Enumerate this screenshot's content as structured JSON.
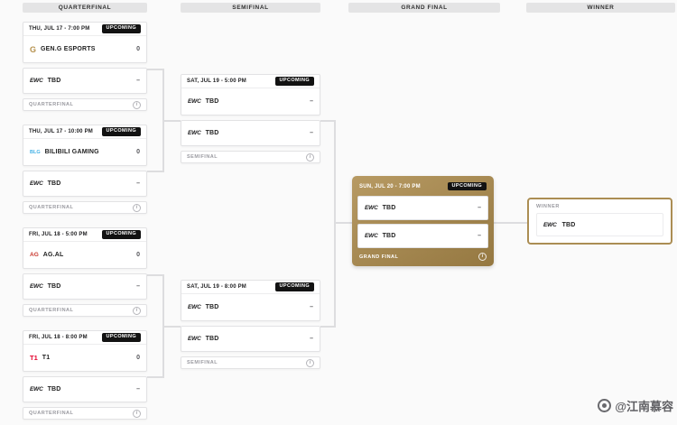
{
  "columns": {
    "quarterfinal": "QUARTERFINAL",
    "semifinal": "SEMIFINAL",
    "grand_final": "GRAND FINAL",
    "winner": "WINNER"
  },
  "badge": "UPCOMING",
  "icons": {
    "info": "i"
  },
  "quarterfinals": [
    {
      "datetime": "THU, JUL 17 - 7:00 PM",
      "stage": "QUARTERFINAL",
      "teams": [
        {
          "name": "GEN.G ESPORTS",
          "logo": "G",
          "score": "0"
        },
        {
          "name": "TBD",
          "logo": "EWC",
          "score": "–"
        }
      ]
    },
    {
      "datetime": "THU, JUL 17 - 10:00 PM",
      "stage": "QUARTERFINAL",
      "teams": [
        {
          "name": "BILIBILI GAMING",
          "logo": "BLG",
          "score": "0"
        },
        {
          "name": "TBD",
          "logo": "EWC",
          "score": "–"
        }
      ]
    },
    {
      "datetime": "FRI, JUL 18 - 5:00 PM",
      "stage": "QUARTERFINAL",
      "teams": [
        {
          "name": "AG.AL",
          "logo": "AG",
          "score": "0"
        },
        {
          "name": "TBD",
          "logo": "EWC",
          "score": "–"
        }
      ]
    },
    {
      "datetime": "FRI, JUL 18 - 8:00 PM",
      "stage": "QUARTERFINAL",
      "teams": [
        {
          "name": "T1",
          "logo": "T1",
          "score": "0"
        },
        {
          "name": "TBD",
          "logo": "EWC",
          "score": "–"
        }
      ]
    }
  ],
  "semifinals": [
    {
      "datetime": "SAT, JUL 19 - 5:00 PM",
      "stage": "SEMIFINAL",
      "teams": [
        {
          "name": "TBD",
          "logo": "EWC",
          "score": "–"
        },
        {
          "name": "TBD",
          "logo": "EWC",
          "score": "–"
        }
      ]
    },
    {
      "datetime": "SAT, JUL 19 - 8:00 PM",
      "stage": "SEMIFINAL",
      "teams": [
        {
          "name": "TBD",
          "logo": "EWC",
          "score": "–"
        },
        {
          "name": "TBD",
          "logo": "EWC",
          "score": "–"
        }
      ]
    }
  ],
  "grand_final": {
    "datetime": "SUN, JUL 20 - 7:00 PM",
    "stage": "GRAND FINAL",
    "teams": [
      {
        "name": "TBD",
        "logo": "EWC",
        "score": "–"
      },
      {
        "name": "TBD",
        "logo": "EWC",
        "score": "–"
      }
    ]
  },
  "winner": {
    "label": "WINNER",
    "team": {
      "name": "TBD",
      "logo": "EWC"
    }
  },
  "watermark": {
    "text": "@江南慕容"
  },
  "colors": {
    "gold": "#a98c52",
    "badge_bg": "#121212",
    "geng": "#b5914d",
    "blg": "#43b1e5",
    "agal": "#c8372d",
    "t1": "#e4002b"
  }
}
